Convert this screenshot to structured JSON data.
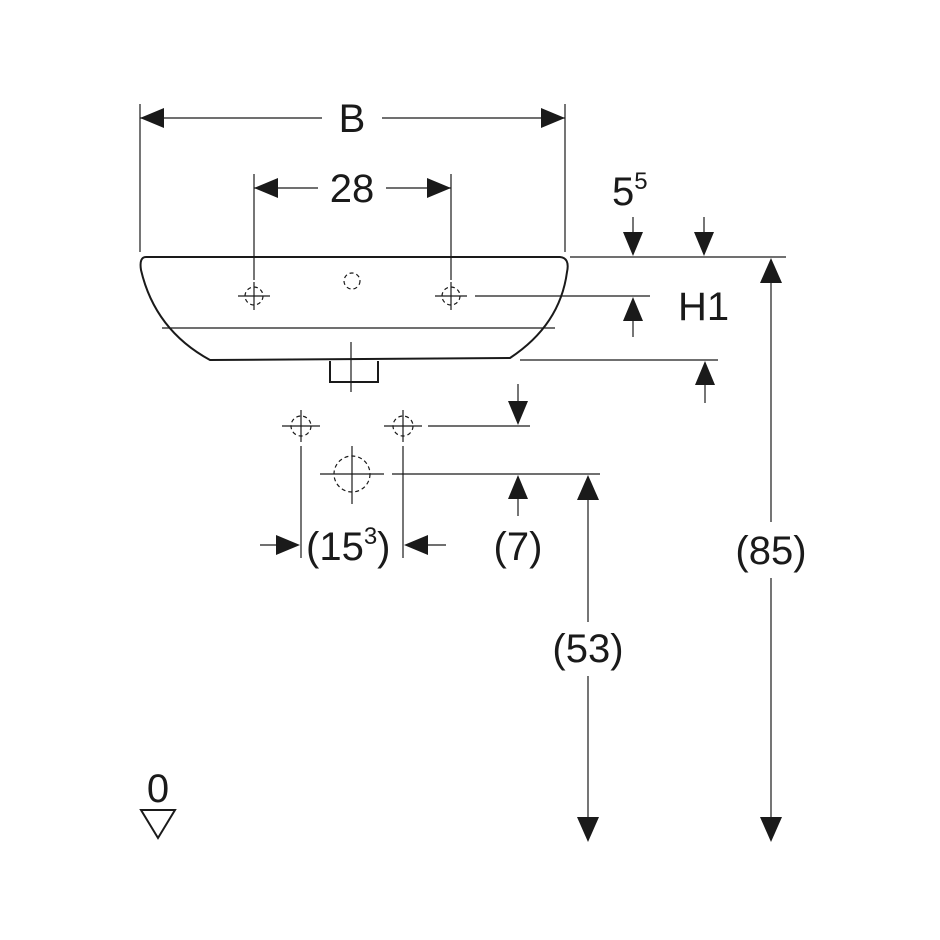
{
  "labels": {
    "width": "B",
    "tap_spacing": "28",
    "top_offset_main": "5",
    "top_offset_sup": "5",
    "height_h1": "H1",
    "supply_spacing_open": "(15",
    "supply_spacing_sup": "3",
    "supply_spacing_close": ")",
    "drain_offset": "(7)",
    "drain_height": "(53)",
    "rim_height": "(85)",
    "floor_level": "0"
  },
  "colors": {
    "line": "#1a1a1a",
    "background": "#ffffff"
  }
}
